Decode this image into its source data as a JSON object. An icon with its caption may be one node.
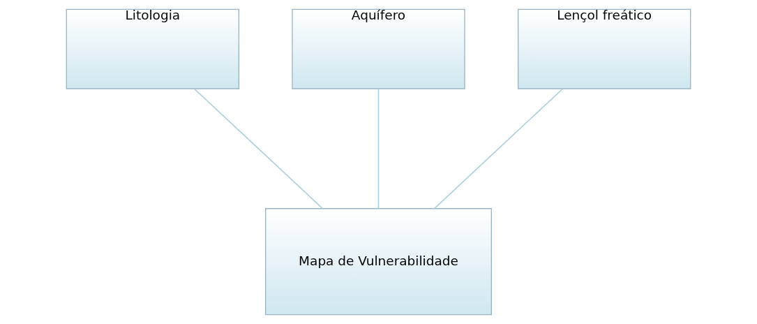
{
  "diagram": {
    "nodes": [
      {
        "text": [
          "Litologia"
        ]
      },
      {
        "text": [
          "Aquífero"
        ]
      },
      {
        "text": [
          "Lençol freático"
        ]
      },
      {
        "text": [
          "Mapa de Vulnerabilidade"
        ]
      }
    ],
    "edges": [
      {
        "from": 0,
        "to": 3,
        "arrow": "none"
      },
      {
        "from": 1,
        "to": 3,
        "arrow": "none"
      },
      {
        "from": 2,
        "to": 3,
        "arrow": "none"
      }
    ]
  }
}
